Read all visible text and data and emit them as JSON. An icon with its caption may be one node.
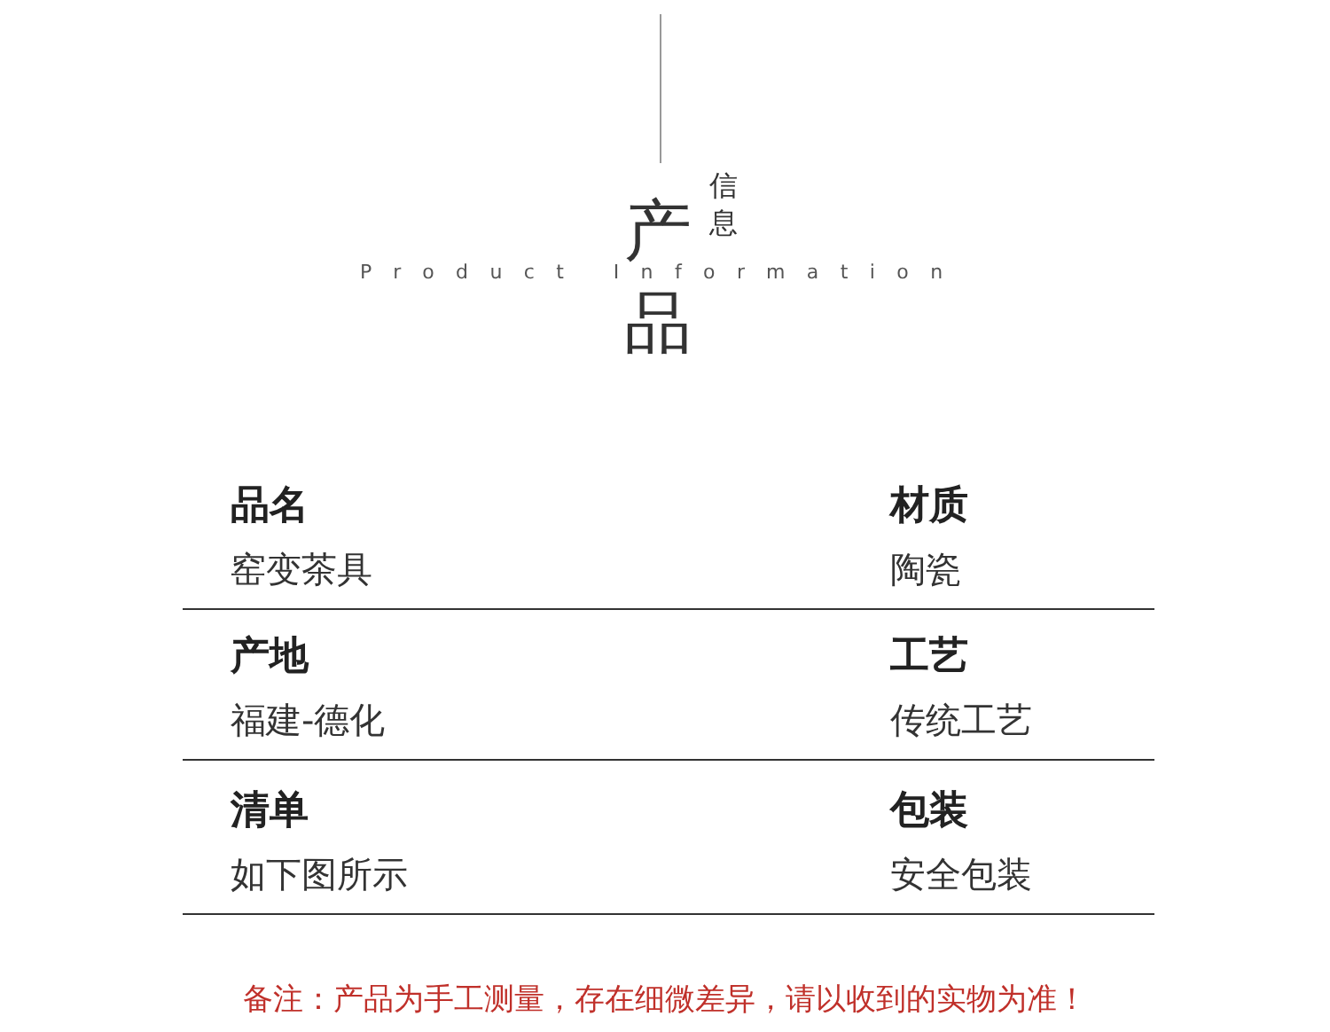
{
  "diagram": {
    "labels": [
      "产",
      "信息",
      "Product Information",
      "品",
      "品名",
      "材质",
      "窑变茶具",
      "陶瓷",
      "产地",
      "工艺",
      "福建-德化",
      "传统工艺",
      "清单",
      "包装",
      "如下图所示",
      "安全包装",
      "备注：产品为手工测量，存在细微差异，请以收到的实物为准！"
    ]
  }
}
